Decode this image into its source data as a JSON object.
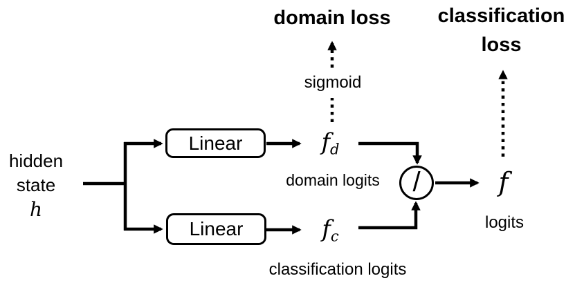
{
  "colors": {
    "background": "#ffffff",
    "ink": "#000000"
  },
  "nodes": {
    "hidden_state": {
      "line1": "hidden",
      "line2": "state",
      "symbol": "h"
    },
    "linear_top": {
      "label": "Linear"
    },
    "linear_bottom": {
      "label": "Linear"
    },
    "fd": {
      "base": "f",
      "sub": "d",
      "caption": "domain logits"
    },
    "fc": {
      "base": "f",
      "sub": "c",
      "caption": "classification logits"
    },
    "divide": {
      "symbol": "/"
    },
    "f_out": {
      "base": "f",
      "caption": "logits"
    },
    "sigmoid": {
      "label": "sigmoid"
    },
    "domain_loss": {
      "label": "domain loss"
    },
    "classification_loss": {
      "line1": "classification",
      "line2": "loss"
    }
  }
}
